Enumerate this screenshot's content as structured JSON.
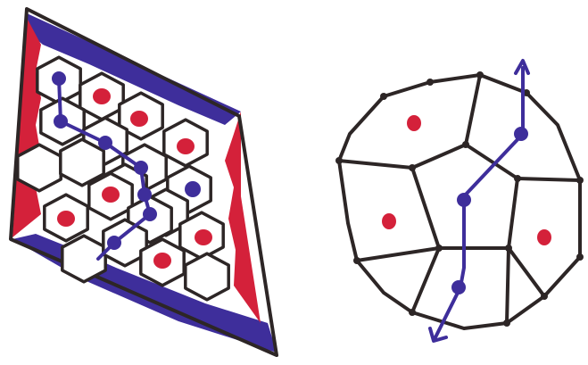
{
  "colors": {
    "background": "#ffffff",
    "ink": "#2d2626",
    "red": "#d4213a",
    "blue": "#3e2e9b"
  },
  "left_diagram": {
    "kind": "hexagonal tiling in a rhombus",
    "hexagon_count": 20,
    "red_dots": 7,
    "blue_dots": 1,
    "blue_path_nodes": 7
  },
  "right_diagram": {
    "kind": "polygon tiling of a sphere-like cell",
    "red_dots": 3,
    "blue_path_nodes": 3,
    "arrowheads": 2
  }
}
